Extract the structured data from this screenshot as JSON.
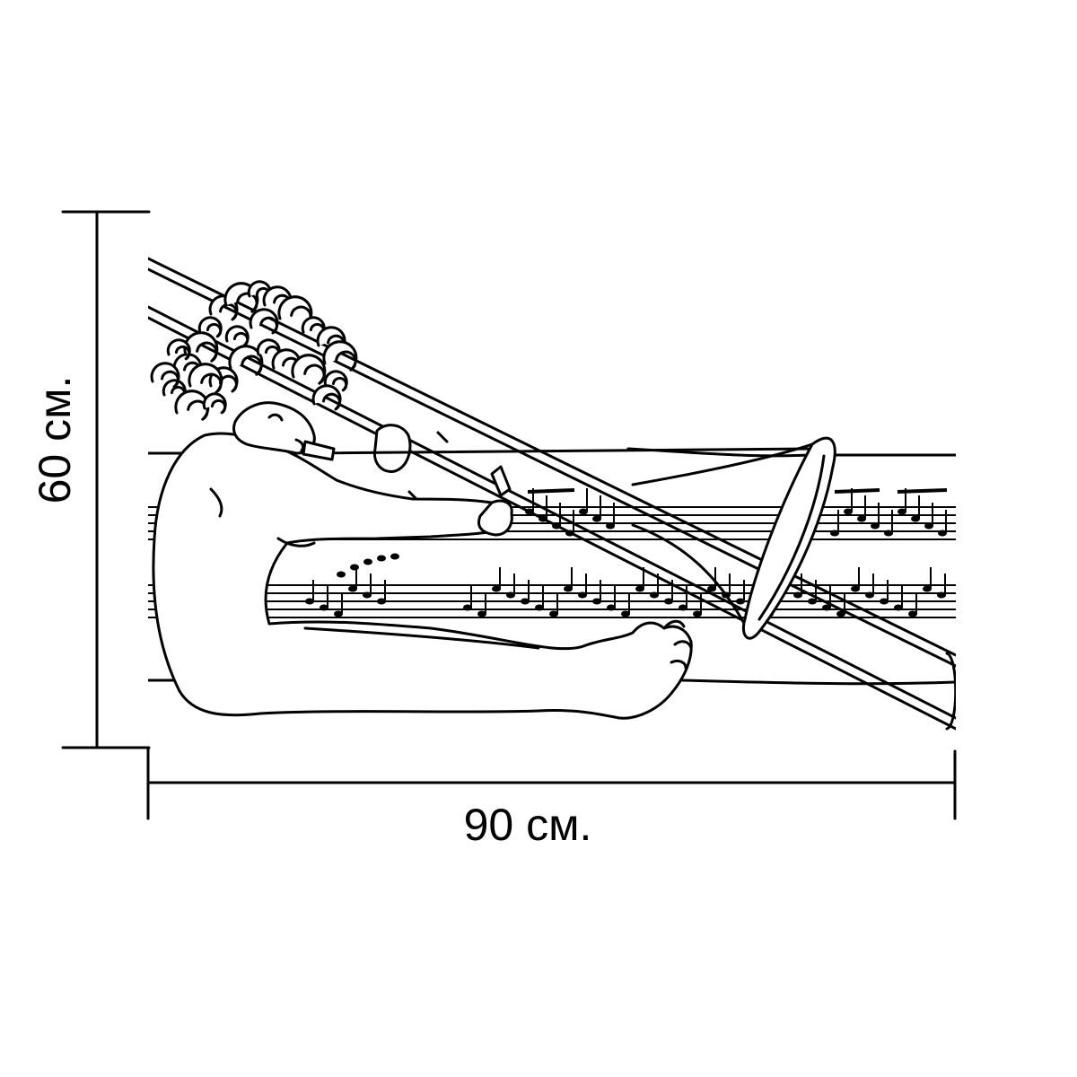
{
  "dimensions": {
    "width_label": "90 см.",
    "height_label": "60 см."
  },
  "artwork": {
    "style": "black line art",
    "icon": "cherub-trombone-sheet-music-illustration"
  },
  "colors": {
    "ink": "#000000",
    "background": "#ffffff"
  }
}
